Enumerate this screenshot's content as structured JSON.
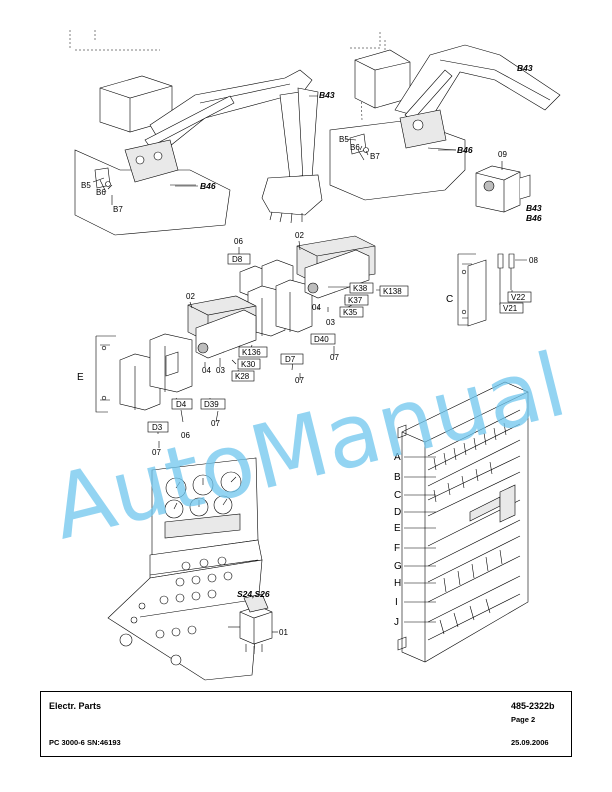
{
  "callouts": {
    "b43": "B43",
    "b46": "B46",
    "b5": "B5",
    "b6": "B6",
    "b7": "B7",
    "n09": "09",
    "n06": "06",
    "n02": "02",
    "n08": "08",
    "n04": "04",
    "n03": "03",
    "n07": "07",
    "n01": "01",
    "c": "C",
    "e": "E",
    "s24s26": "S24,S26"
  },
  "boxes": {
    "d8": "D8",
    "k38": "K38",
    "k138": "K138",
    "k37": "K37",
    "k35": "K35",
    "d40": "D40",
    "d7": "D7",
    "k136": "K136",
    "k30": "K30",
    "k28": "K28",
    "d4": "D4",
    "d39": "D39",
    "d3": "D3",
    "v22": "V22",
    "v21": "V21"
  },
  "rail_letters": [
    "A",
    "B",
    "C",
    "D",
    "E",
    "F",
    "G",
    "H",
    "I",
    "J"
  ],
  "watermark": "AutoManual",
  "footer": {
    "title": "Electr. Parts",
    "doc_number": "485-2322b",
    "page": "Page 2",
    "model": "PC 3000-6 SN:46193",
    "date": "25.09.2006"
  }
}
